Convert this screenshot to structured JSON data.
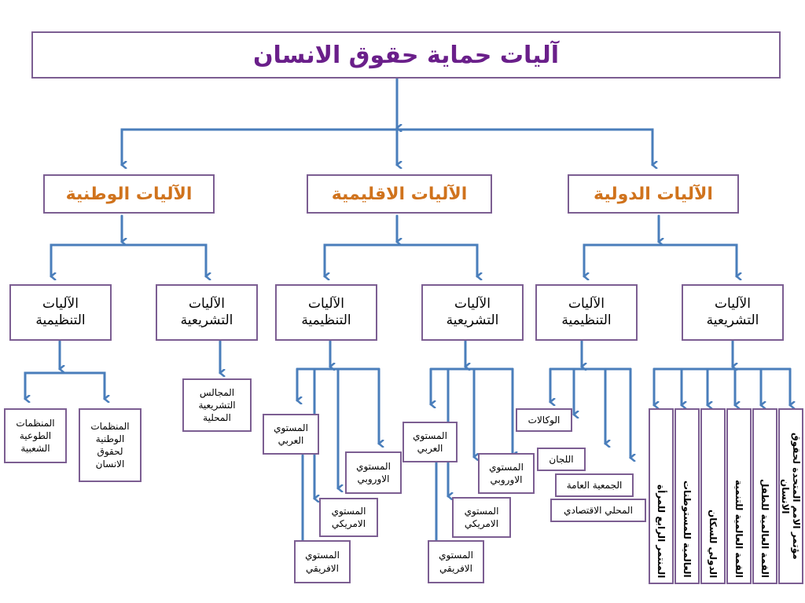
{
  "title": "آليات حماية حقوق الانسان",
  "level1": {
    "national": "الآليات الوطنية",
    "regional": "الآليات الاقليمية",
    "international": "الآليات الدولية"
  },
  "level2": {
    "nat_org": [
      "الآليات",
      "التنظيمية"
    ],
    "nat_leg": [
      "الآليات",
      "التشريعية"
    ],
    "reg_org": [
      "الآليات",
      "التنظيمية"
    ],
    "reg_leg": [
      "الآليات",
      "التشريعية"
    ],
    "int_org": [
      "الآليات",
      "التنظيمية"
    ],
    "int_leg": [
      "الآليات",
      "التشريعية"
    ]
  },
  "national": {
    "popular": [
      "المنظمات",
      "الطوعية",
      "الشعبية"
    ],
    "nat_orgs": [
      "المنظمات",
      "الوطنية",
      "لحقوق",
      "الانسان"
    ],
    "councils": [
      "المجالس",
      "التشريعية",
      "المحلية"
    ]
  },
  "regional": {
    "org": {
      "arab": [
        "المستوي",
        "العربي"
      ],
      "europe": [
        "المستوي",
        "الاوروبي"
      ],
      "america": [
        "المستوي",
        "الامريكي"
      ],
      "africa": [
        "المستوي",
        "الافريقي"
      ]
    },
    "leg": {
      "arab": [
        "المستوي",
        "العربي"
      ],
      "europe": [
        "المستوي",
        "الاوروبي"
      ],
      "america": [
        "المستوي",
        "الامريكي"
      ],
      "africa": [
        "المستوي",
        "الافريقي"
      ]
    }
  },
  "international": {
    "agencies": "الوكالات",
    "committees": "اللجان",
    "general_assembly": "الجمعية العامة",
    "ecosoc": "المحلي الاقتصادي",
    "conferences": [
      "مؤتمر الامم المتحدة لحقوق الانسان",
      "القمة العالمية للطفل",
      "القمة العالمية للتنمية",
      "الدولي للسكان",
      "العالمية للمستوطنات",
      "المنتمر الرابع للمرأة"
    ]
  },
  "colors": {
    "arrow": "#4a7ebb",
    "border": "#7c5e92",
    "title": "#6a1f8a",
    "level1": "#d0731d"
  }
}
